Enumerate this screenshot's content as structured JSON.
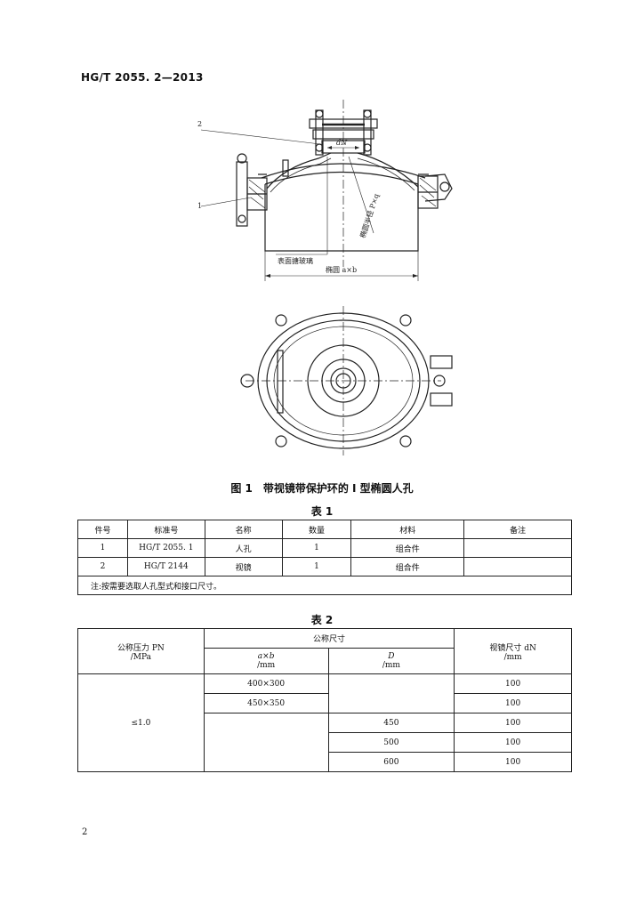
{
  "header": {
    "standard_code": "HG/T 2055. 2—2013"
  },
  "figure": {
    "caption": "图 1　带视镜带保护环的 Ⅰ 型椭圆人孔",
    "callouts": {
      "one": "1",
      "two": "2"
    },
    "labels": {
      "dn": "dN",
      "surface_glass": "表面搪玻璃",
      "ellipse_semi": "椭圆半径 P×q",
      "ellipse_axes": "椭圆 a×b"
    }
  },
  "table1": {
    "title": "表 1",
    "headers": [
      "件号",
      "标准号",
      "名称",
      "数量",
      "材料",
      "备注"
    ],
    "rows": [
      [
        "1",
        "HG/T 2055. 1",
        "人孔",
        "1",
        "组合件",
        ""
      ],
      [
        "2",
        "HG/T 2144",
        "视镜",
        "1",
        "组合件",
        ""
      ]
    ],
    "note": "注:按需要选取人孔型式和接口尺寸。"
  },
  "table2": {
    "title": "表 2",
    "pressure_header_1": "公称压力 PN",
    "pressure_header_2": "/MPa",
    "size_header": "公称尺寸",
    "axb_header_1": "a×b",
    "axb_header_2": "/mm",
    "d_header_1": "D",
    "d_header_2": "/mm",
    "dn_header_1": "视镜尺寸 dN",
    "dn_header_2": "/mm",
    "pressure_value": "≤1.0",
    "rows": [
      {
        "axb": "400×300",
        "d": "",
        "dn": "100"
      },
      {
        "axb": "450×350",
        "d": "",
        "dn": "100"
      },
      {
        "axb": "",
        "d": "450",
        "dn": "100"
      },
      {
        "axb": "",
        "d": "500",
        "dn": "100"
      },
      {
        "axb": "",
        "d": "600",
        "dn": "100"
      }
    ]
  },
  "page_number": "2"
}
